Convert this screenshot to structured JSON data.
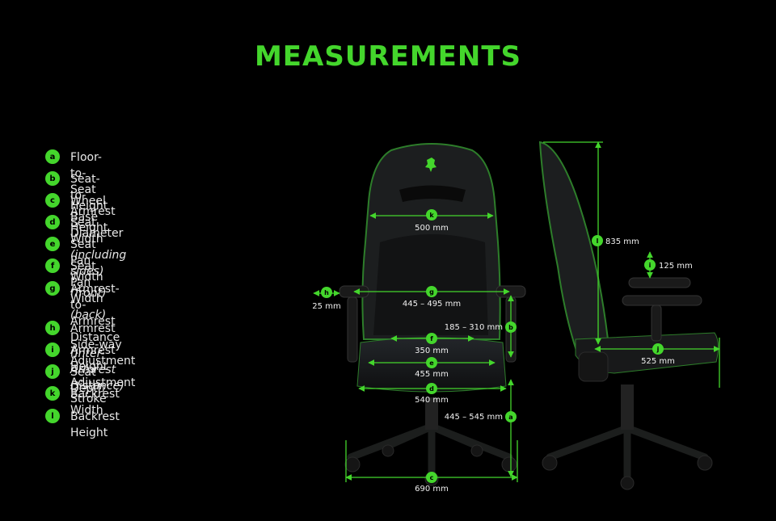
{
  "header": {
    "title": "MEASUREMENTS"
  },
  "legend": [
    {
      "key": "a",
      "text": "Floor-to-Seat Height",
      "note": ""
    },
    {
      "key": "b",
      "text": "Seat-to-Armrest Height",
      "note": ""
    },
    {
      "key": "c",
      "text": "Wheel Base Diameter",
      "note": ""
    },
    {
      "key": "d",
      "text": "Seat Width ",
      "note": "(including sides)"
    },
    {
      "key": "e",
      "text": "Seat Pan Width ",
      "note": "(front)"
    },
    {
      "key": "f",
      "text": "Seat Pan Width ",
      "note": "(back)"
    },
    {
      "key": "g",
      "text": "Armrest-to-Armrest Distance",
      "note": "(Inter-Armrest Distance)"
    },
    {
      "key": "h",
      "text": "Armrest Side-way Adjustment",
      "note": ""
    },
    {
      "key": "i",
      "text": "Armrest Height Adjustment Stroke",
      "note": ""
    },
    {
      "key": "j",
      "text": "Seat Depth",
      "note": ""
    },
    {
      "key": "k",
      "text": "Backrest Width",
      "note": ""
    },
    {
      "key": "l",
      "text": "Backrest Height",
      "note": ""
    }
  ],
  "dimensions": {
    "a": "445 – 545 mm",
    "b": "185 – 310 mm",
    "c": "690 mm",
    "d": "540 mm",
    "e": "455 mm",
    "f": "350 mm",
    "g": "445 – 495 mm",
    "h": "25 mm",
    "i": "125 mm",
    "j": "525 mm",
    "k": "500 mm",
    "l": "835 mm"
  },
  "colors": {
    "accent": "#44d62c",
    "background": "#000000",
    "chair": "#1b1d1c"
  }
}
